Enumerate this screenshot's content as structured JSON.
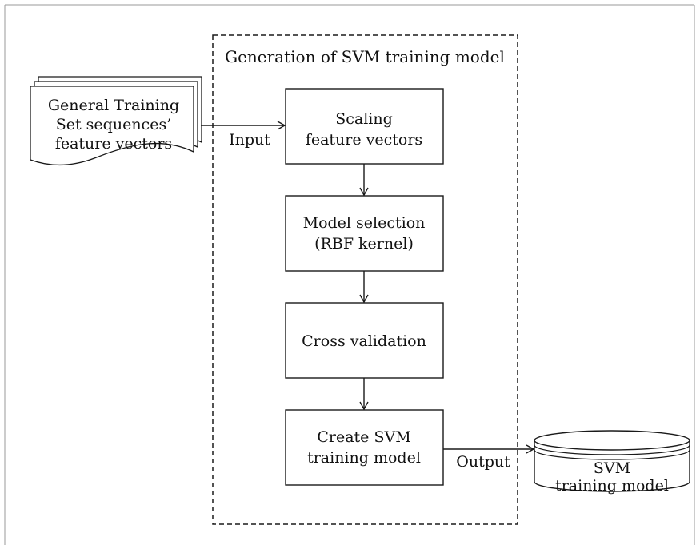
{
  "container_title": "Generation of SVM training model",
  "input_doc": {
    "line1": "General Training",
    "line2": "Set sequences’",
    "line3": "feature vectors"
  },
  "input_label": "Input",
  "steps": [
    {
      "line1": "Scaling",
      "line2": "feature vectors"
    },
    {
      "line1": "Model selection",
      "line2": "(RBF kernel)"
    },
    {
      "line1": "Cross validation"
    },
    {
      "line1": "Create SVM",
      "line2": "training model"
    }
  ],
  "output_label": "Output",
  "output_store": {
    "line1": "SVM",
    "line2": "training model"
  },
  "colors": {
    "stroke": "#1a1a1a",
    "frame": "#9a9a9a",
    "fill": "#ffffff",
    "text": "#111111"
  }
}
